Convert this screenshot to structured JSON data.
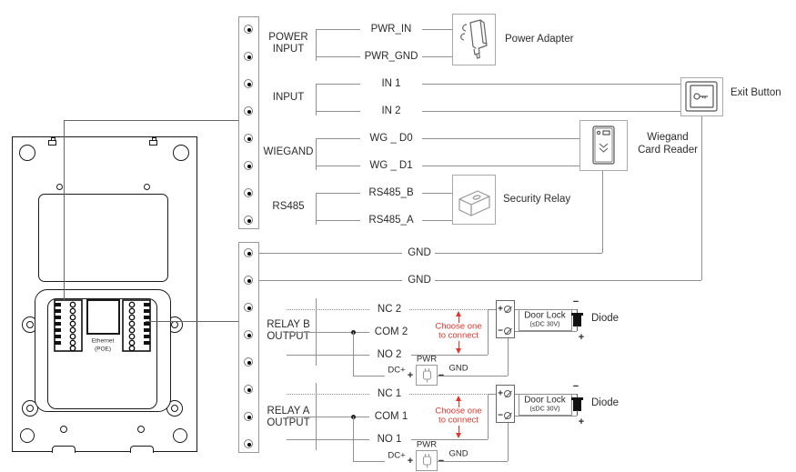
{
  "groups": {
    "power": {
      "line1": "POWER",
      "line2": "INPUT"
    },
    "input": {
      "label": "INPUT"
    },
    "wiegand": {
      "label": "WIEGAND"
    },
    "rs485": {
      "label": "RS485"
    },
    "relay_b": {
      "line1": "RELAY B",
      "line2": "OUTPUT"
    },
    "relay_a": {
      "line1": "RELAY A",
      "line2": "OUTPUT"
    }
  },
  "wires": {
    "pwr_in": "PWR_IN",
    "pwr_gnd": "PWR_GND",
    "in_1": "IN 1",
    "in_2": "IN 2",
    "wg_d0": "WG _ D0",
    "wg_d1": "WG _ D1",
    "rs485_b": "RS485_B",
    "rs485_a": "RS485_A",
    "gnd_1": "GND",
    "gnd_2": "GND",
    "nc_2": "NC 2",
    "com_2": "COM 2",
    "no_2": "NO 2",
    "nc_1": "NC 1",
    "com_1": "COM 1",
    "no_1": "NO 1"
  },
  "components": {
    "power_adapter": "Power Adapter",
    "exit_button": "Exit Button",
    "wiegand_reader_line1": "Wiegand",
    "wiegand_reader_line2": "Card Reader",
    "security_relay": "Security Relay"
  },
  "device": {
    "ethernet_line1": "Ethernet",
    "ethernet_line2": "(POE)"
  },
  "relay_circuit": {
    "choose_line1": "Choose one",
    "choose_line2": "to connect",
    "pwr": "PWR",
    "dc_plus": "DC+",
    "plus": "+",
    "minus": "−",
    "gnd": "GND",
    "lock_plus": "+",
    "lock_minus": "−",
    "door_lock": "Door Lock",
    "door_lock_rating": "(≤DC 30V)",
    "diode": "Diode",
    "diode_minus": "−",
    "diode_plus": "+"
  },
  "colors": {
    "wire": "#8f8f8f",
    "accent_red": "#e0362c",
    "text": "#2b2b2b",
    "device_line": "#1a1a1a"
  }
}
